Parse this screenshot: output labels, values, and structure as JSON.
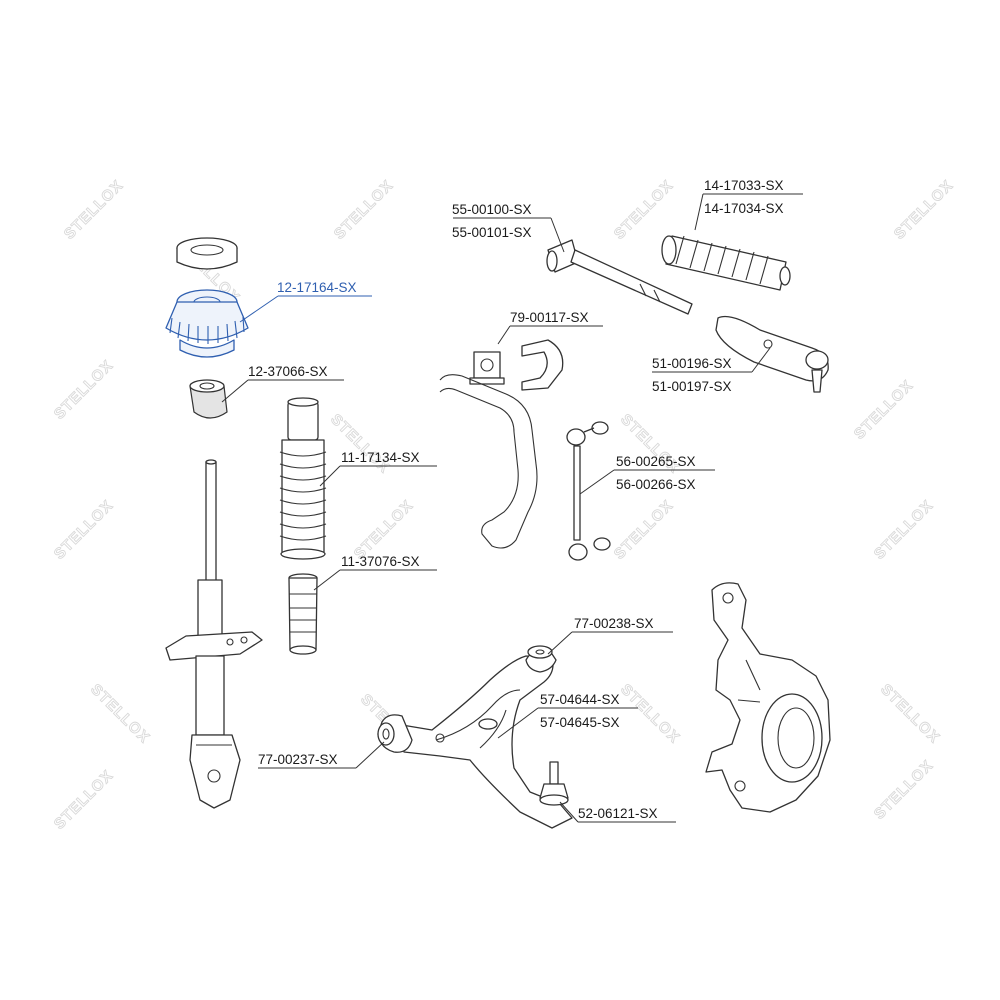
{
  "watermark": {
    "text": "STELLOX"
  },
  "colors": {
    "highlight": "#2f5fb0",
    "ink": "#1a1a1a",
    "watermark": "#d9d9d9"
  },
  "labels": {
    "mount_bearing": "12-17164-SX",
    "bushing_top": "12-37066-SX",
    "boot_upper": "11-17134-SX",
    "bump_stop": "11-37076-SX",
    "tie_rod": [
      "55-00100-SX",
      "55-00101-SX"
    ],
    "rack_boot": [
      "14-17033-SX",
      "14-17034-SX"
    ],
    "stab_bushing": "79-00117-SX",
    "tie_rod_end": [
      "51-00196-SX",
      "51-00197-SX"
    ],
    "stab_link": [
      "56-00265-SX",
      "56-00266-SX"
    ],
    "arm_bushing_front": "77-00238-SX",
    "control_arm": [
      "57-04644-SX",
      "57-04645-SX"
    ],
    "arm_bushing_rear": "77-00237-SX",
    "ball_joint": "52-06121-SX"
  }
}
